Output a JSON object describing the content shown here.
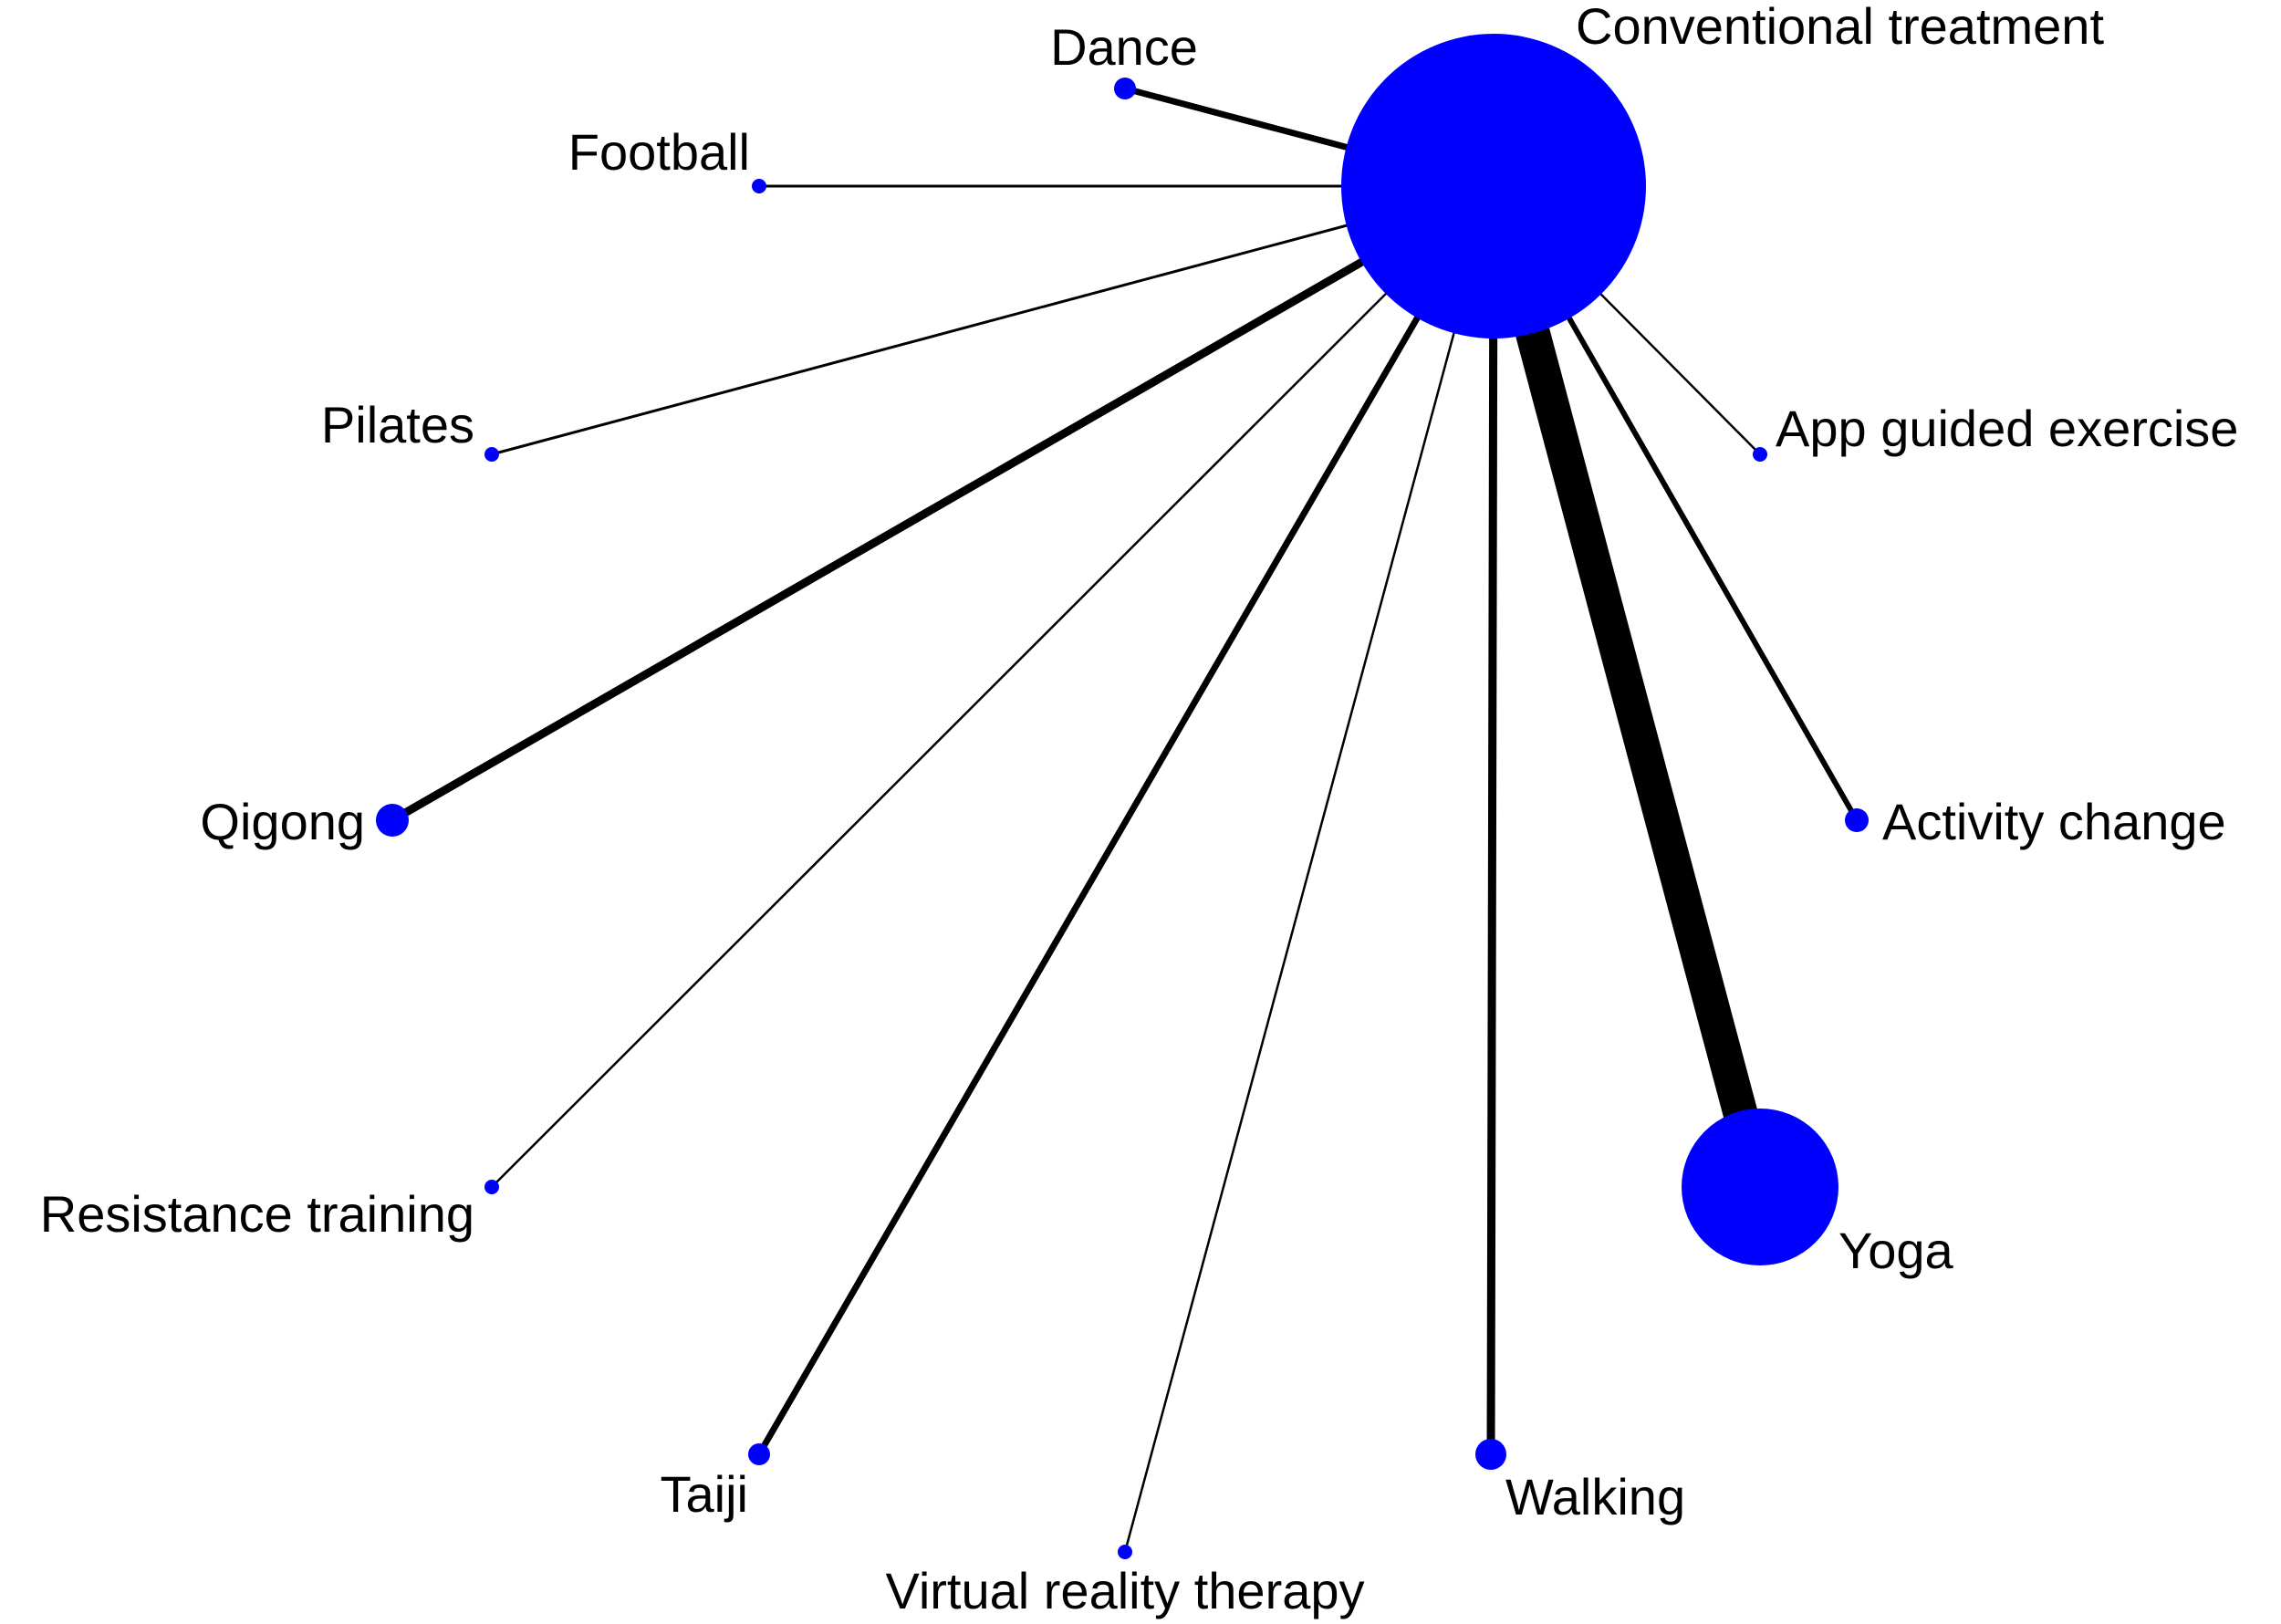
{
  "network": {
    "hub": "conventional-treatment",
    "colors": {
      "node": "#0000ff",
      "edge": "#000000",
      "background": "#ffffff"
    },
    "nodes": [
      {
        "id": "conventional-treatment",
        "label": "Conventional treatment"
      },
      {
        "id": "dance",
        "label": "Dance"
      },
      {
        "id": "football",
        "label": "Football"
      },
      {
        "id": "pilates",
        "label": "Pilates"
      },
      {
        "id": "qigong",
        "label": "Qigong"
      },
      {
        "id": "resistance-training",
        "label": "Resistance training"
      },
      {
        "id": "taiji",
        "label": "Taiji"
      },
      {
        "id": "virtual-reality-therapy",
        "label": "Virtual reality therapy"
      },
      {
        "id": "walking",
        "label": "Walking"
      },
      {
        "id": "yoga",
        "label": "Yoga"
      },
      {
        "id": "activity-change",
        "label": "Activity change"
      },
      {
        "id": "app-guided-exercise",
        "label": "App guided exercise"
      }
    ],
    "edges": [
      {
        "from": "conventional-treatment",
        "to": "dance"
      },
      {
        "from": "conventional-treatment",
        "to": "football"
      },
      {
        "from": "conventional-treatment",
        "to": "pilates"
      },
      {
        "from": "conventional-treatment",
        "to": "qigong"
      },
      {
        "from": "conventional-treatment",
        "to": "resistance-training"
      },
      {
        "from": "conventional-treatment",
        "to": "taiji"
      },
      {
        "from": "conventional-treatment",
        "to": "virtual-reality-therapy"
      },
      {
        "from": "conventional-treatment",
        "to": "walking"
      },
      {
        "from": "conventional-treatment",
        "to": "yoga"
      },
      {
        "from": "conventional-treatment",
        "to": "activity-change"
      },
      {
        "from": "conventional-treatment",
        "to": "app-guided-exercise"
      }
    ]
  }
}
